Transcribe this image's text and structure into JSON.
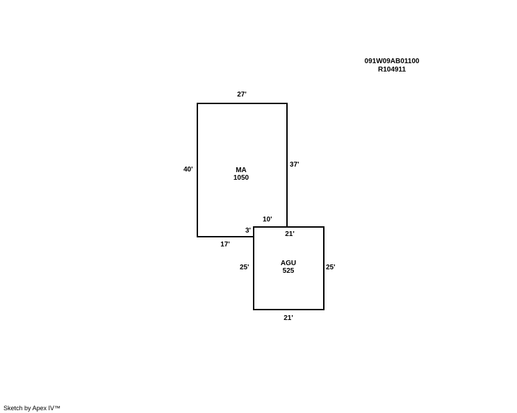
{
  "parcel": {
    "map_number": "091W09AB01100",
    "account": "R104911"
  },
  "rooms": [
    {
      "name": "MA",
      "area": "1050",
      "dims": [
        "27'",
        "40'",
        "37'",
        "10'",
        "3'",
        "17'"
      ]
    },
    {
      "name": "AGU",
      "area": "525",
      "dims": [
        "21'",
        "25'",
        "25'",
        "21'"
      ]
    }
  ],
  "footer": "Sketch by Apex IV™"
}
